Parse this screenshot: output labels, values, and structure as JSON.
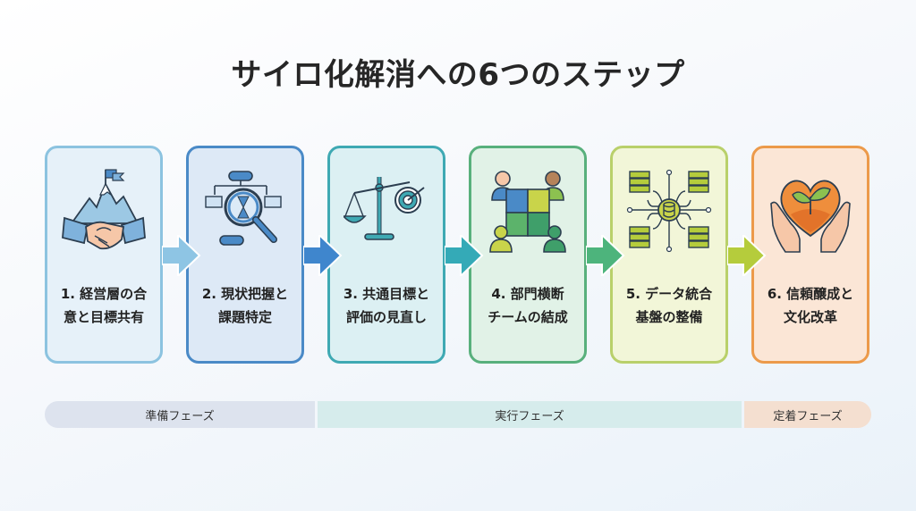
{
  "title": "サイロ化解消への6つのステップ",
  "steps": [
    {
      "label": "1. 経営層の合\n意と目標共有",
      "icon": "handshake-mountain-icon",
      "border": "#8cc3e0",
      "fill": "#e6f1f9",
      "arrow": "#8ec5e4"
    },
    {
      "label": "2. 現状把握と\n課題特定",
      "icon": "magnifier-flowchart-icon",
      "border": "#4a8ac7",
      "fill": "#dde9f6",
      "arrow": "#3f86cd"
    },
    {
      "label": "3. 共通目標と\n評価の見直し",
      "icon": "scale-target-icon",
      "border": "#3fa9b3",
      "fill": "#dcf0f3",
      "arrow": "#34aab7"
    },
    {
      "label": "4. 部門横断\nチームの結成",
      "icon": "puzzle-team-icon",
      "border": "#58b07c",
      "fill": "#e1f2e7",
      "arrow": "#4db47c"
    },
    {
      "label": "5. データ統合\n基盤の整備",
      "icon": "data-hub-icon",
      "border": "#b9d06a",
      "fill": "#f2f6d8",
      "arrow": "#b5cc3c"
    },
    {
      "label": "6. 信頼醸成と\n文化改革",
      "icon": "heart-hands-sprout-icon",
      "border": "#ec9a4a",
      "fill": "#fbe6d6"
    }
  ],
  "phases": [
    {
      "label": "準備フェーズ",
      "color": "#dde3ee"
    },
    {
      "label": "実行フェーズ",
      "color": "#d6ecec"
    },
    {
      "label": "定着フェーズ",
      "color": "#f4dfd0"
    }
  ]
}
